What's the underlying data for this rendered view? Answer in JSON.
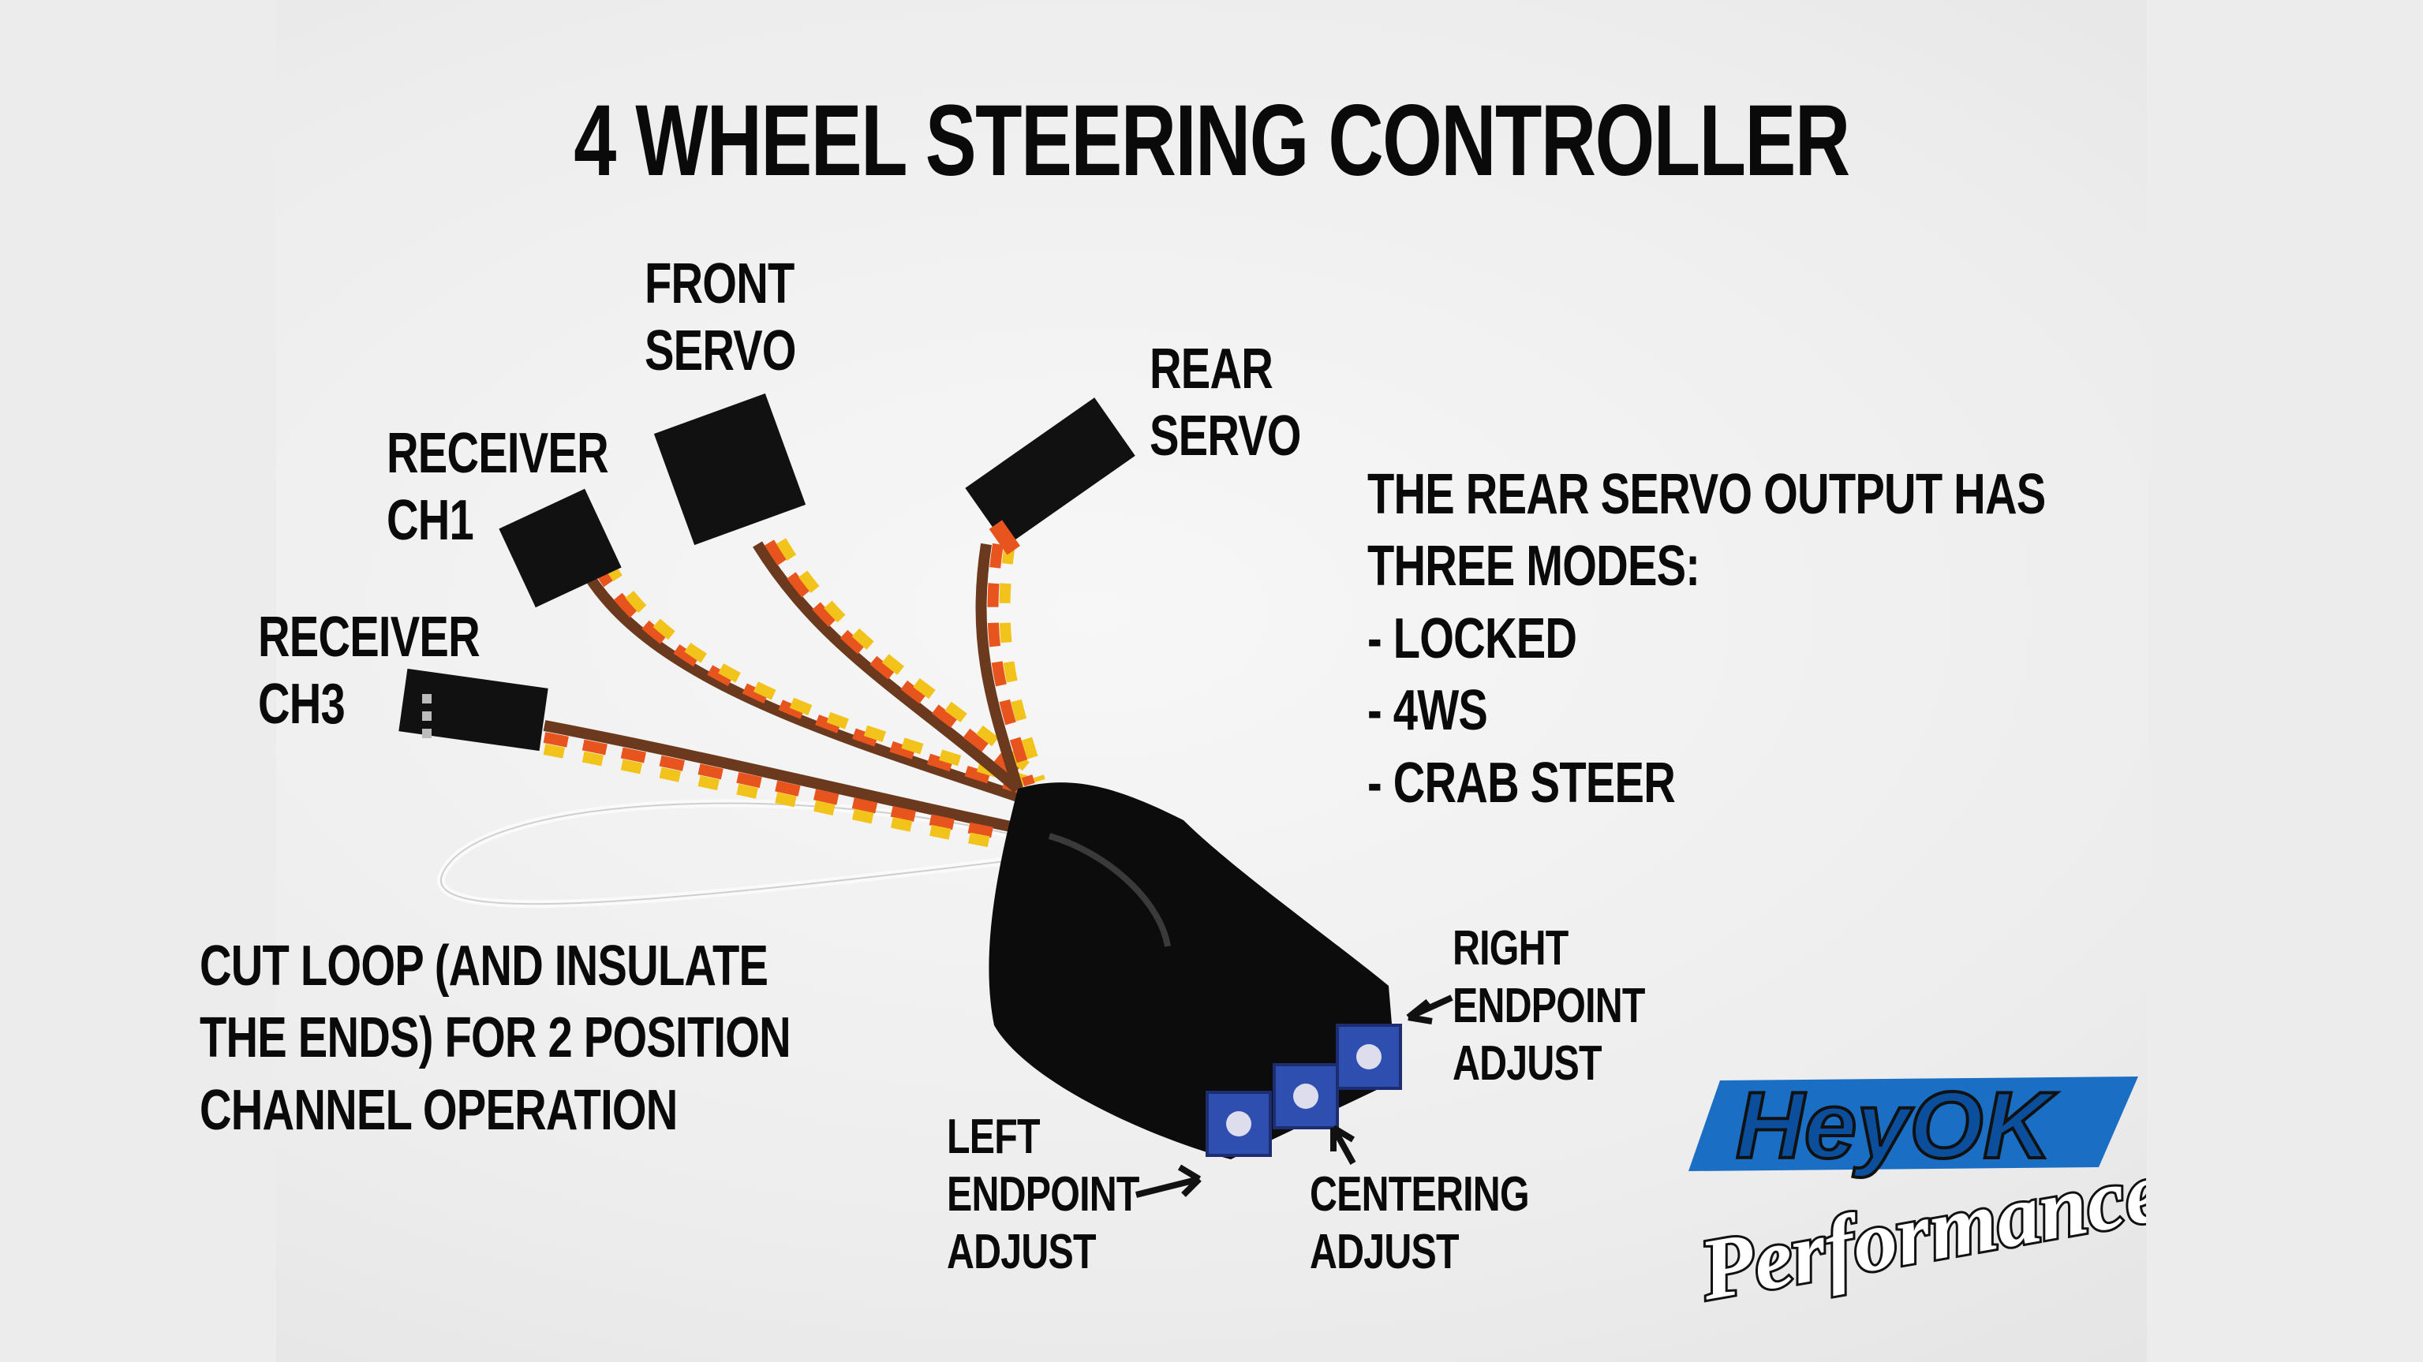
{
  "title": "4 WHEEL STEERING CONTROLLER",
  "labels": {
    "front_servo": [
      "FRONT",
      "SERVO"
    ],
    "rear_servo": [
      "REAR",
      "SERVO"
    ],
    "receiver_ch1": [
      "RECEIVER",
      "CH1"
    ],
    "receiver_ch3": [
      "RECEIVER",
      "CH3"
    ],
    "modes": [
      "THE REAR SERVO OUTPUT HAS",
      "THREE MODES:",
      "- LOCKED",
      "- 4WS",
      "- CRAB STEER"
    ],
    "cut_loop": [
      "CUT LOOP (AND INSULATE",
      "THE ENDS) FOR 2 POSITION",
      "CHANNEL OPERATION"
    ],
    "right_endpoint": [
      "RIGHT",
      "ENDPOINT",
      "ADJUST"
    ],
    "left_endpoint": [
      "LEFT",
      "ENDPOINT",
      "ADJUST"
    ],
    "centering": [
      "CENTERING",
      "ADJUST"
    ]
  },
  "logo": {
    "line1": "HeyOK",
    "line2": "Performance"
  },
  "colors": {
    "logo_blue": "#1a6fc4",
    "wire_orange": "#e8541e",
    "wire_yellow": "#f2c31a",
    "wire_brown": "#6b3a1e",
    "pot_blue": "#2f4fb0"
  }
}
